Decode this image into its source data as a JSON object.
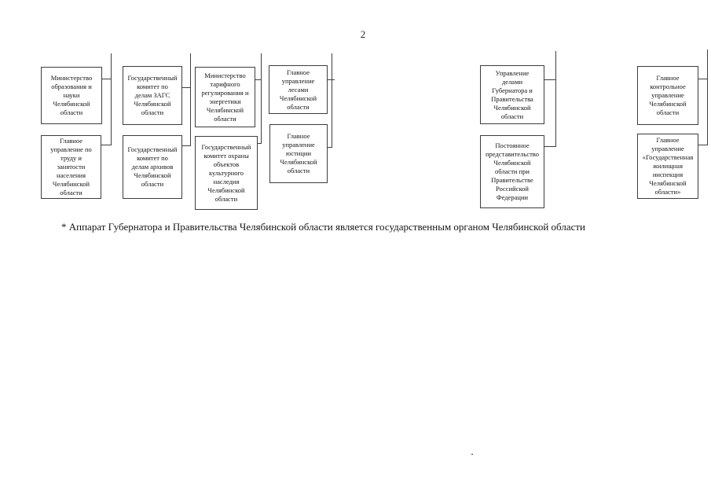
{
  "page": {
    "number": "2",
    "footnote": "* Аппарат Губернатора и Правительства Челябинской области является государственным органом Челябинской области"
  },
  "org_chart": {
    "description": "Continuation fragment of the structure chart of executive bodies of Chelyabinsk Oblast; connector lines descend from the previous page",
    "boxes": [
      {
        "id": "ministry-education",
        "text": "Министерство\nобразования и\nнауки\nЧелябинской\nобласти"
      },
      {
        "id": "main-dept-labor-employment",
        "text": "Главное\nуправление по\nтруду и\nзанятости\nнаселения\nЧелябинской\nобласти"
      },
      {
        "id": "state-committee-zags",
        "text": "Государственный\nкомитет по\nделам ЗАГС\nЧелябинской\nобласти"
      },
      {
        "id": "state-committee-archives",
        "text": "Государственный\nкомитет по\nделам архивов\nЧелябинской\nобласти"
      },
      {
        "id": "ministry-tariff-energy",
        "text": "Министерство\nтарифного\nрегулирования и\nэнергетики\nЧелябинской\nобласти"
      },
      {
        "id": "state-committee-cultural-heritage",
        "text": "Государственный\nкомитет охраны\nобъектов\nкультурного\nнаследия\nЧелябинской\nобласти"
      },
      {
        "id": "main-dept-forests",
        "text": "Главное\nуправление\nлесами\nЧелябинской\nобласти"
      },
      {
        "id": "main-dept-justice",
        "text": "Главное\nуправление\nюстиции\nЧелябинской\nобласти"
      },
      {
        "id": "administration-governor-government",
        "text": "Управление\nделами\nГубернатора и\nПравительства\nЧелябинской\nобласти"
      },
      {
        "id": "permanent-representation-moscow",
        "text": "Постоянное\nпредставительство\nЧелябинской\nобласти при\nПравительстве\nРоссийской\nФедерации"
      },
      {
        "id": "main-control-dept",
        "text": "Главное\nконтрольное\nуправление\nЧелябинской\nобласти"
      },
      {
        "id": "main-dept-housing-inspection",
        "text": "Главное\nуправление\n«Государственная\nжилищная\nинспекция\nЧелябинской\nобласти»"
      }
    ]
  },
  "colors": {
    "background": "#ffffff",
    "box_border": "#3d3d3d",
    "connector_line": "#3f3f3f",
    "text": "#141414"
  }
}
